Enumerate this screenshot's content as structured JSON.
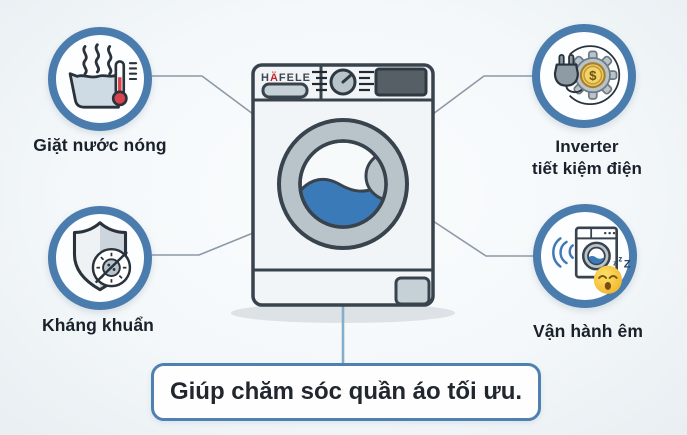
{
  "brand": {
    "prefix": "H",
    "accent": "Ä",
    "suffix": "FELE"
  },
  "features": [
    {
      "id": "hot-water-wash",
      "label": "Giặt nước nóng",
      "icon": "hot-water-tub-icon"
    },
    {
      "id": "antibacterial",
      "label": "Kháng khuẩn",
      "icon": "shield-no-bacteria-icon"
    },
    {
      "id": "inverter",
      "label_line1": "Inverter",
      "label_line2": "tiết kiệm điện",
      "icon": "plug-gear-coin-icon"
    },
    {
      "id": "quiet-operation",
      "label": "Vận hành êm",
      "icon": "quiet-washer-sleeping-icon"
    }
  ],
  "caption": {
    "text": "Giúp chăm sóc quần áo tối ưu."
  },
  "icons": {
    "coin_symbol": "$",
    "sleep_letters": [
      "z",
      "z",
      "Z"
    ]
  },
  "colors": {
    "circle_ring_blue": "#4a7cad",
    "water_blue": "#3a7ab9",
    "thermometer_red": "#d8434e",
    "brand_accent_red": "#c5262c",
    "outline_dark": "#39434d",
    "connector_gray": "#8c99a6",
    "caption_border_blue": "#4e80b0",
    "coin_yellow": "#f4d368",
    "emoji_yellow": "#f7c943"
  }
}
